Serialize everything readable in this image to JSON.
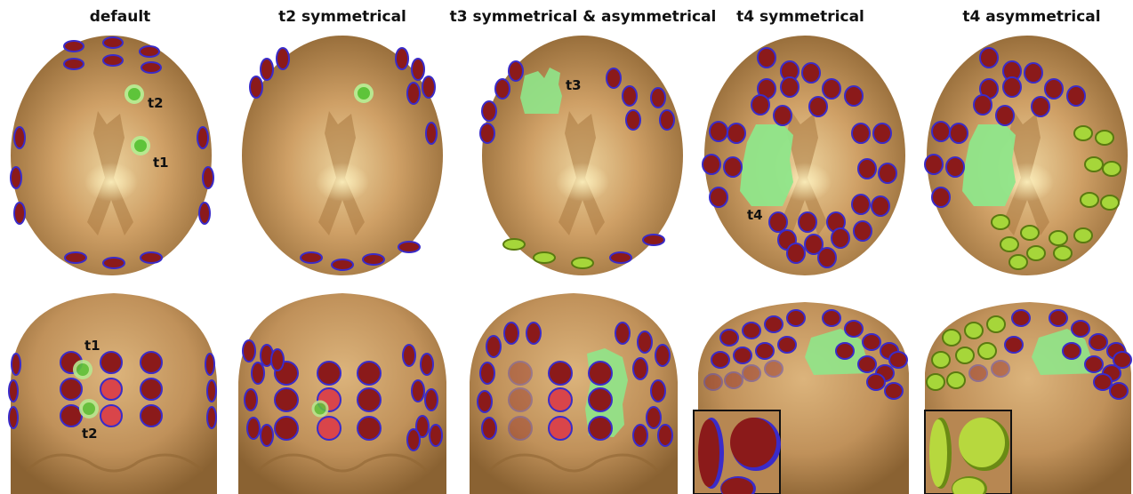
{
  "columns": [
    {
      "title": "default"
    },
    {
      "title": "t2 symmetrical"
    },
    {
      "title": "t3 symmetrical & asymmetrical"
    },
    {
      "title": "t4 symmetrical"
    },
    {
      "title": "t4 asymmetrical"
    }
  ],
  "labels": {
    "t1": "t1",
    "t2": "t2",
    "t3": "t3",
    "t4": "t4"
  },
  "colors": {
    "head": "#c99a5e",
    "head_dark": "#a97a44",
    "electrode_red": "#8b1a1a",
    "electrode_rim": "#3a2bc9",
    "electrode_green": "#a6d63a",
    "tumor": "#8fe68a",
    "target_green": "#5ec43a"
  }
}
